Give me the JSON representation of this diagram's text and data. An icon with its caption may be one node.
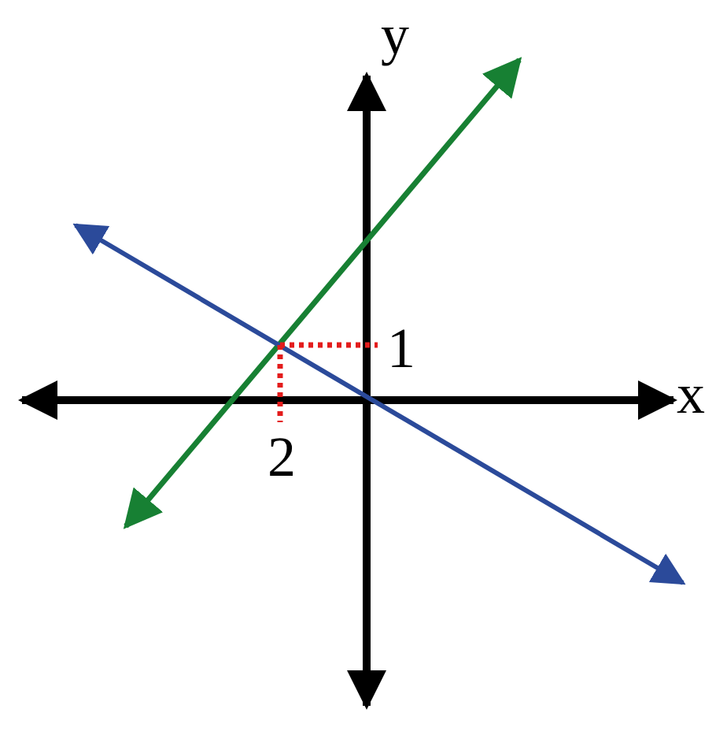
{
  "diagram": {
    "labels": [
      "y",
      "1",
      "x",
      "2"
    ]
  }
}
